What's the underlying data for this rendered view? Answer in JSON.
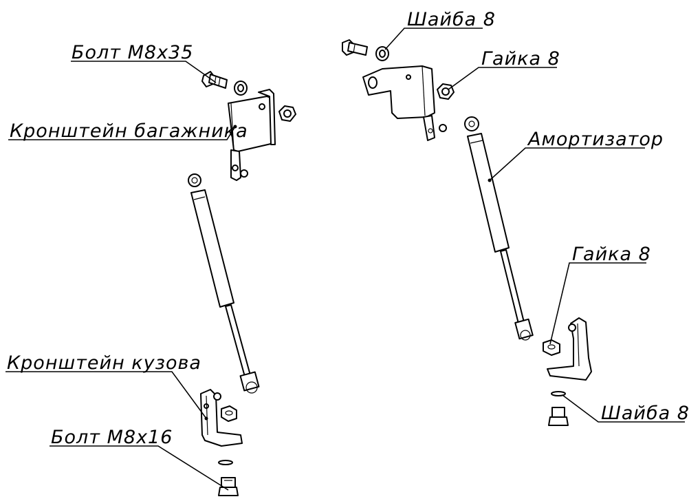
{
  "labels": {
    "bolt_m8x35": "Болт М8х35",
    "bracket_trunk": "Кронштейн багажника",
    "bracket_body": "Кронштейн кузова",
    "bolt_m8x16": "Болт М8х16",
    "washer_8_top": "Шайба 8",
    "nut_8_top": "Гайка 8",
    "shock_absorber": "Амортизатор",
    "nut_8_bottom": "Гайка 8",
    "washer_8_bottom": "Шайба 8"
  },
  "colors": {
    "line": "#000000",
    "background": "#ffffff"
  }
}
